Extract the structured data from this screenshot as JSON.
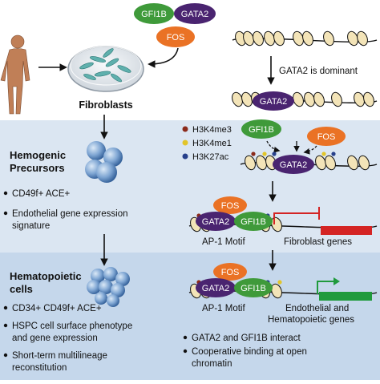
{
  "factors": {
    "gfi1b": "GFI1B",
    "gata2": "GATA2",
    "fos": "FOS"
  },
  "fibroblasts": {
    "label": "Fibroblasts"
  },
  "gata2_dominant": {
    "label": "GATA2 is dominant"
  },
  "hemogenic": {
    "title_line1": "Hemogenic",
    "title_line2": "Precursors",
    "bullets": [
      {
        "line1": "CD49f+ ACE+",
        "line2": ""
      },
      {
        "line1": "Endothelial gene expression",
        "line2": "signature"
      }
    ]
  },
  "hematopoietic": {
    "title_line1": "Hematopoietic",
    "title_line2": "cells",
    "bullets": [
      {
        "line1": "CD34+ CD49f+ ACE+",
        "line2": ""
      },
      {
        "line1": "HSPC cell surface phenotype",
        "line2": "and gene expression"
      },
      {
        "line1": "Short-term multilineage",
        "line2": "reconstitution"
      }
    ]
  },
  "marks_legend": [
    {
      "label": "H3K4me3",
      "color": "#8b2a1a"
    },
    {
      "label": "H3K4me1",
      "color": "#e2c52a"
    },
    {
      "label": "H3K27ac",
      "color": "#27408b"
    }
  ],
  "ap1_motif": "AP-1 Motif",
  "fibroblast_genes": "Fibroblast genes",
  "target_genes": {
    "line1": "Endothelial and",
    "line2": "Hematopoietic genes"
  },
  "interact_bullets": [
    {
      "line1": "GATA2 and GFI1B interact",
      "line2": ""
    },
    {
      "line1": "Cooperative binding at open",
      "line2": "chromatin"
    }
  ],
  "colors": {
    "gfi1b": "#3f9a3a",
    "gata2": "#4a2470",
    "fos": "#ea7225",
    "panel_light": "#dbe6f2",
    "panel_mid": "#c8d9ec",
    "repress": "#d42424",
    "activate": "#1f9a3c"
  }
}
